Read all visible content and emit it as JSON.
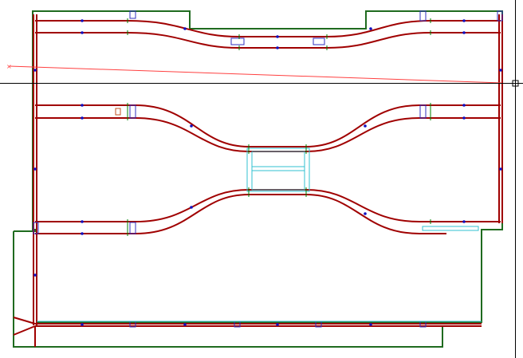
{
  "app": {
    "view": "track-plan-canvas"
  },
  "colors": {
    "background": "#ffffff",
    "baseboard_outline": "#1f6b1f",
    "track_rail": "#a00000",
    "track_node": "#1010c0",
    "joint_marker": "#008000",
    "bridge_cyan": "#30c0d0",
    "object_blue": "#3030c0",
    "crosshair": "#000000",
    "measure_line": "#ff4040"
  },
  "objects": {
    "crosshair_cursor": "crosshair-cursor",
    "measuring_line": "measuring-line",
    "baseboard": "baseboard-outline"
  }
}
